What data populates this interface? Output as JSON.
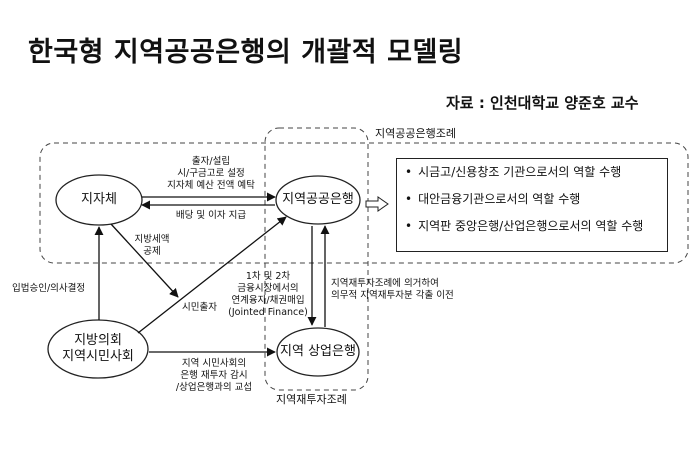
{
  "title": "한국형 지역공공은행의 개괄적 모델링",
  "source": "자료 : 인천대학교 양준호 교수",
  "regions": {
    "ordinance_public_bank": "지역공공은행조례",
    "ordinance_reinvestment": "지역재투자조례"
  },
  "nodes": {
    "local_gov": "지자체",
    "public_bank": "지역공공은행",
    "council_line1": "지방의회",
    "council_line2": "지역시민사회",
    "commercial_bank": "지역 상업은행"
  },
  "edge_labels": {
    "investment": [
      "출자/설립",
      "시/구금고로 설정",
      "지자체 예산 전액 예탁"
    ],
    "dividend": "배당 및 이자 지급",
    "local_tax": [
      "지방세액",
      "공제"
    ],
    "legislation": "입법승인/의사결정",
    "citizen_invest": "시민출자",
    "finance": [
      "1차 및 2차",
      "금융시장에서의",
      "연계융자/채권매입",
      "(Jointed Finance)"
    ],
    "transfer": [
      "지역재투자조례에 의거하여",
      "의무적 지역재투자분 각출 이전"
    ],
    "monitoring": [
      "지역 시민사회의",
      "은행 재투자 감시",
      "/상업은행과의 교섭"
    ]
  },
  "roles": [
    "시금고/신용창조 기관으로서의 역할 수행",
    "대안금융기관으로서의 역할 수행",
    "지역판 중앙은행/산업은행으로서의 역할 수행"
  ]
}
